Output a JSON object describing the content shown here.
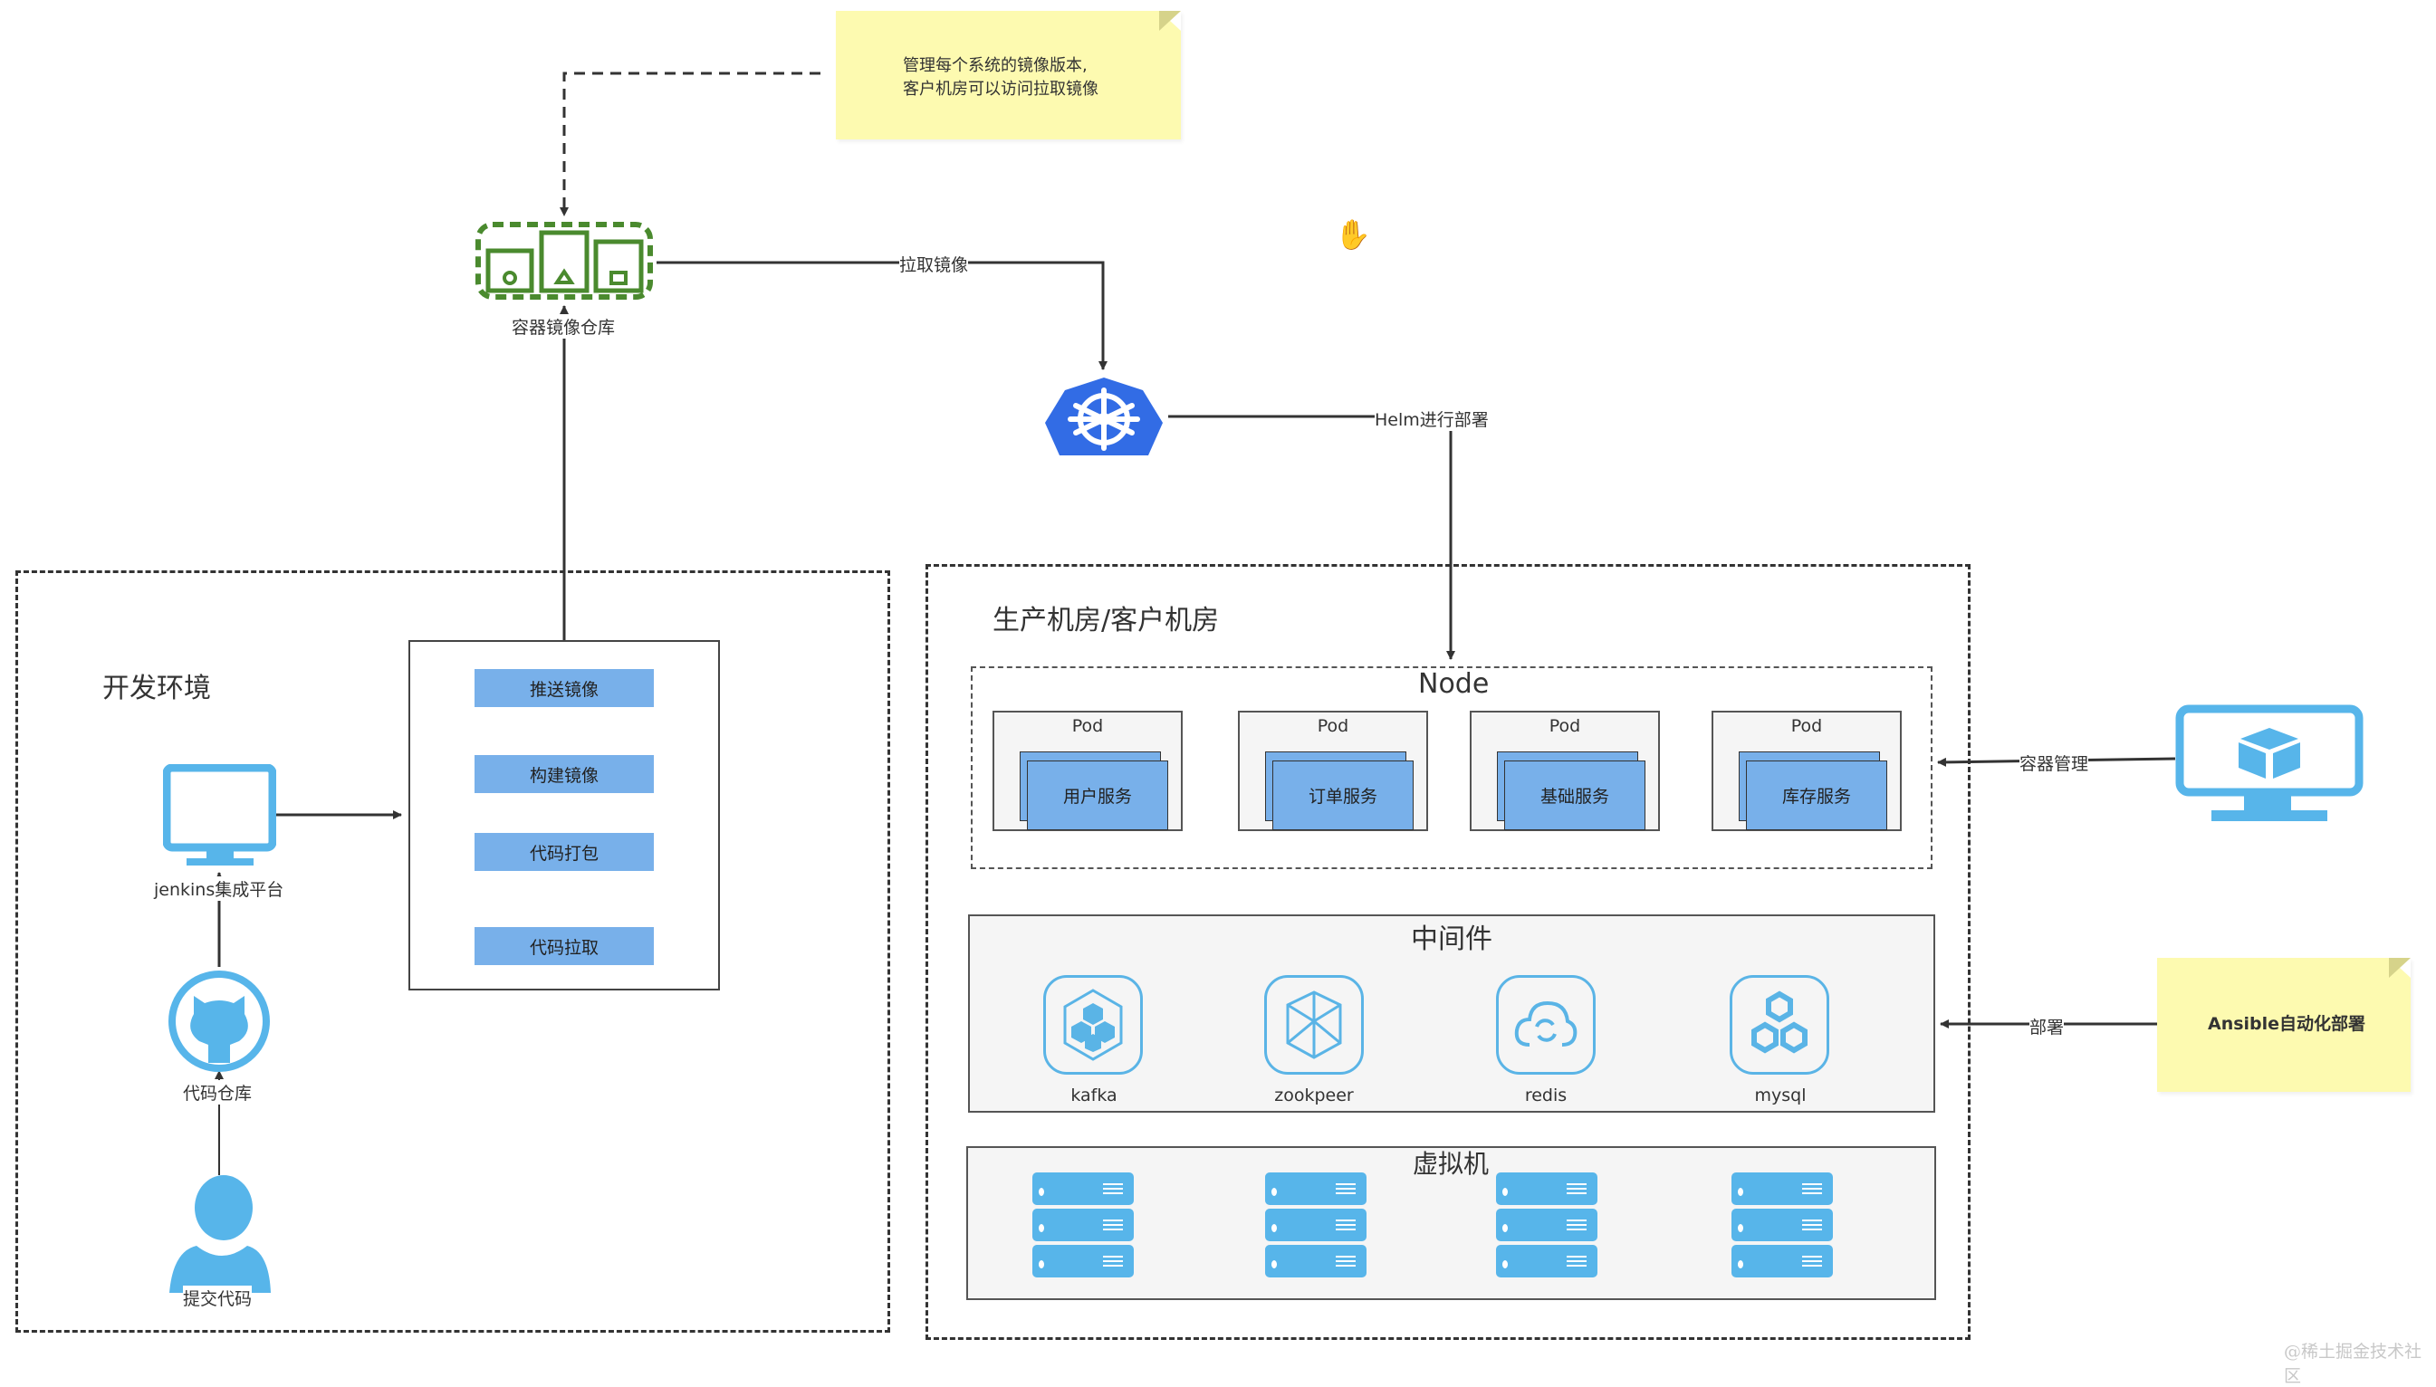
{
  "notes": {
    "registry_note": [
      "管理每个系统的镜像版本,",
      "客户机房可以访问拉取镜像"
    ],
    "ansible_note": "Ansible自动化部署"
  },
  "registry": {
    "label": "容器镜像仓库",
    "icon": "container-registry-icon"
  },
  "kubernetes": {
    "icon": "kubernetes-helm-icon"
  },
  "edges": {
    "pull_image": "拉取镜像",
    "helm_deploy": "Helm进行部署",
    "container_mgmt": "容器管理",
    "deploy": "部署"
  },
  "dev_env": {
    "title": "开发环境",
    "jenkins_label": "jenkins集成平台",
    "repo_label": "代码仓库",
    "commit_label": "提交代码",
    "pipeline_steps": [
      "推送镜像",
      "构建镜像",
      "代码打包",
      "代码拉取"
    ]
  },
  "prod_env": {
    "title": "生产机房/客户机房",
    "node": {
      "title": "Node",
      "pods": [
        {
          "label": "Pod",
          "service": "用户服务"
        },
        {
          "label": "Pod",
          "service": "订单服务"
        },
        {
          "label": "Pod",
          "service": "基础服务"
        },
        {
          "label": "Pod",
          "service": "库存服务"
        }
      ]
    },
    "middleware": {
      "title": "中间件",
      "items": [
        {
          "label": "kafka",
          "icon": "kafka-icon"
        },
        {
          "label": "zookpeer",
          "icon": "zookeeper-icon"
        },
        {
          "label": "redis",
          "icon": "redis-cloud-icon"
        },
        {
          "label": "mysql",
          "icon": "mysql-hexagons-icon"
        }
      ]
    },
    "vm": {
      "title": "虚拟机",
      "server_count": 4
    }
  },
  "watermark": "@稀土掘金技术社区",
  "colors": {
    "accent_blue": "#57b5ea",
    "step_blue": "#78b0ea",
    "k8s_blue": "#326ce5",
    "registry_green": "#4a8a2e",
    "note_yellow": "#fdfab0"
  }
}
